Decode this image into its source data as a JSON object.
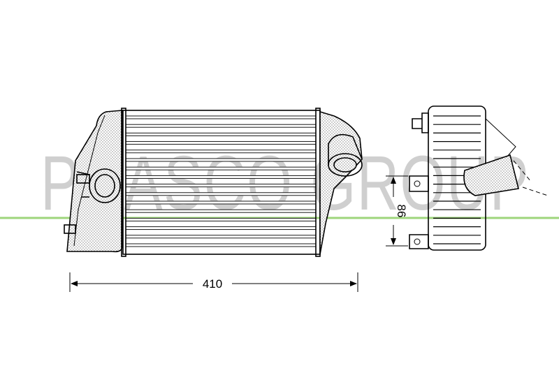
{
  "watermark": {
    "text": "PRASCO GROUP",
    "color": "#c7c7c7",
    "line_color": "#7ec850"
  },
  "dimensions": {
    "width_label": "410",
    "depth_label": "86"
  }
}
